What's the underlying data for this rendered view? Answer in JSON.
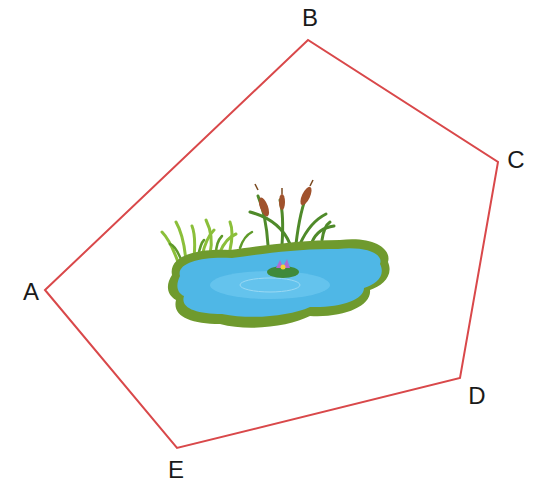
{
  "diagram": {
    "labels": [
      "B",
      "C",
      "A",
      "D",
      "E"
    ]
  }
}
